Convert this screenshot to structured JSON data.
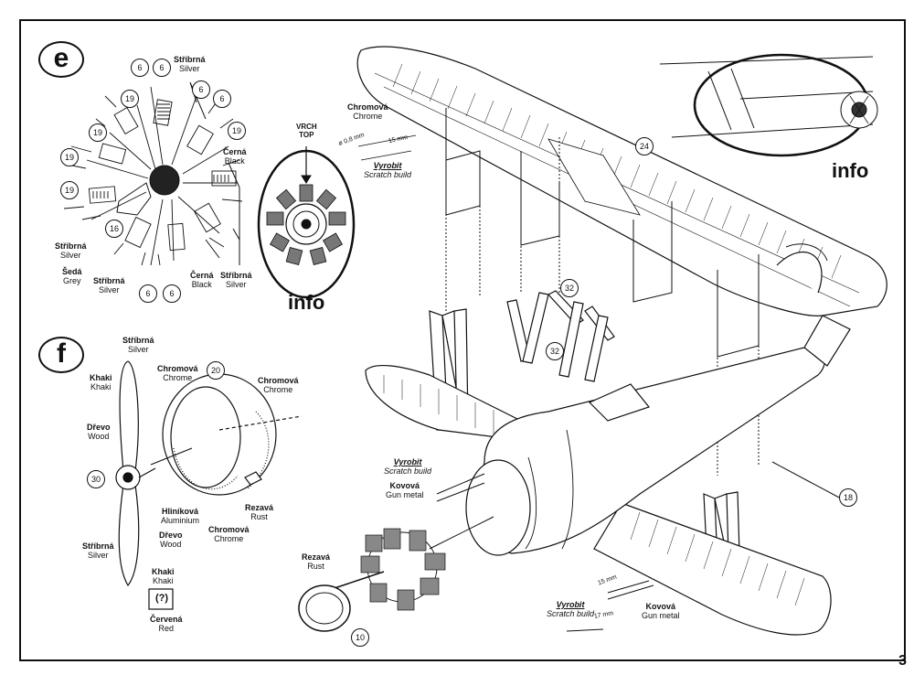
{
  "sections": {
    "e": "e",
    "f": "f"
  },
  "info_labels": [
    "info",
    "info"
  ],
  "top_label": {
    "cz": "VRCH",
    "en": "TOP"
  },
  "part_numbers": {
    "p6": "6",
    "p19": "19",
    "p16": "16",
    "p24": "24",
    "p32": "32",
    "p20": "20",
    "p30": "30",
    "p10": "10",
    "p18": "18"
  },
  "colors": {
    "silver": {
      "cz": "Stříbrná",
      "en": "Silver"
    },
    "black": {
      "cz": "Černá",
      "en": "Black"
    },
    "grey": {
      "cz": "Šedá",
      "en": "Grey"
    },
    "chrome": {
      "cz": "Chromová",
      "en": "Chrome"
    },
    "khaki": {
      "cz": "Khaki",
      "en": "Khaki"
    },
    "wood": {
      "cz": "Dřevo",
      "en": "Wood"
    },
    "aluminium": {
      "cz": "Hliníková",
      "en": "Aluminium"
    },
    "rust": {
      "cz": "Rezavá",
      "en": "Rust"
    },
    "red": {
      "cz": "Červená",
      "en": "Red"
    },
    "gunmetal": {
      "cz": "Kovová",
      "en": "Gun metal"
    }
  },
  "scratch": {
    "cz": "Vyrobit",
    "en": "Scratch build"
  },
  "dims": {
    "d08": "ø 0,8 mm",
    "l15": "15 mm",
    "l17": "17 mm"
  },
  "question_box": "(?)",
  "page_number": "3"
}
